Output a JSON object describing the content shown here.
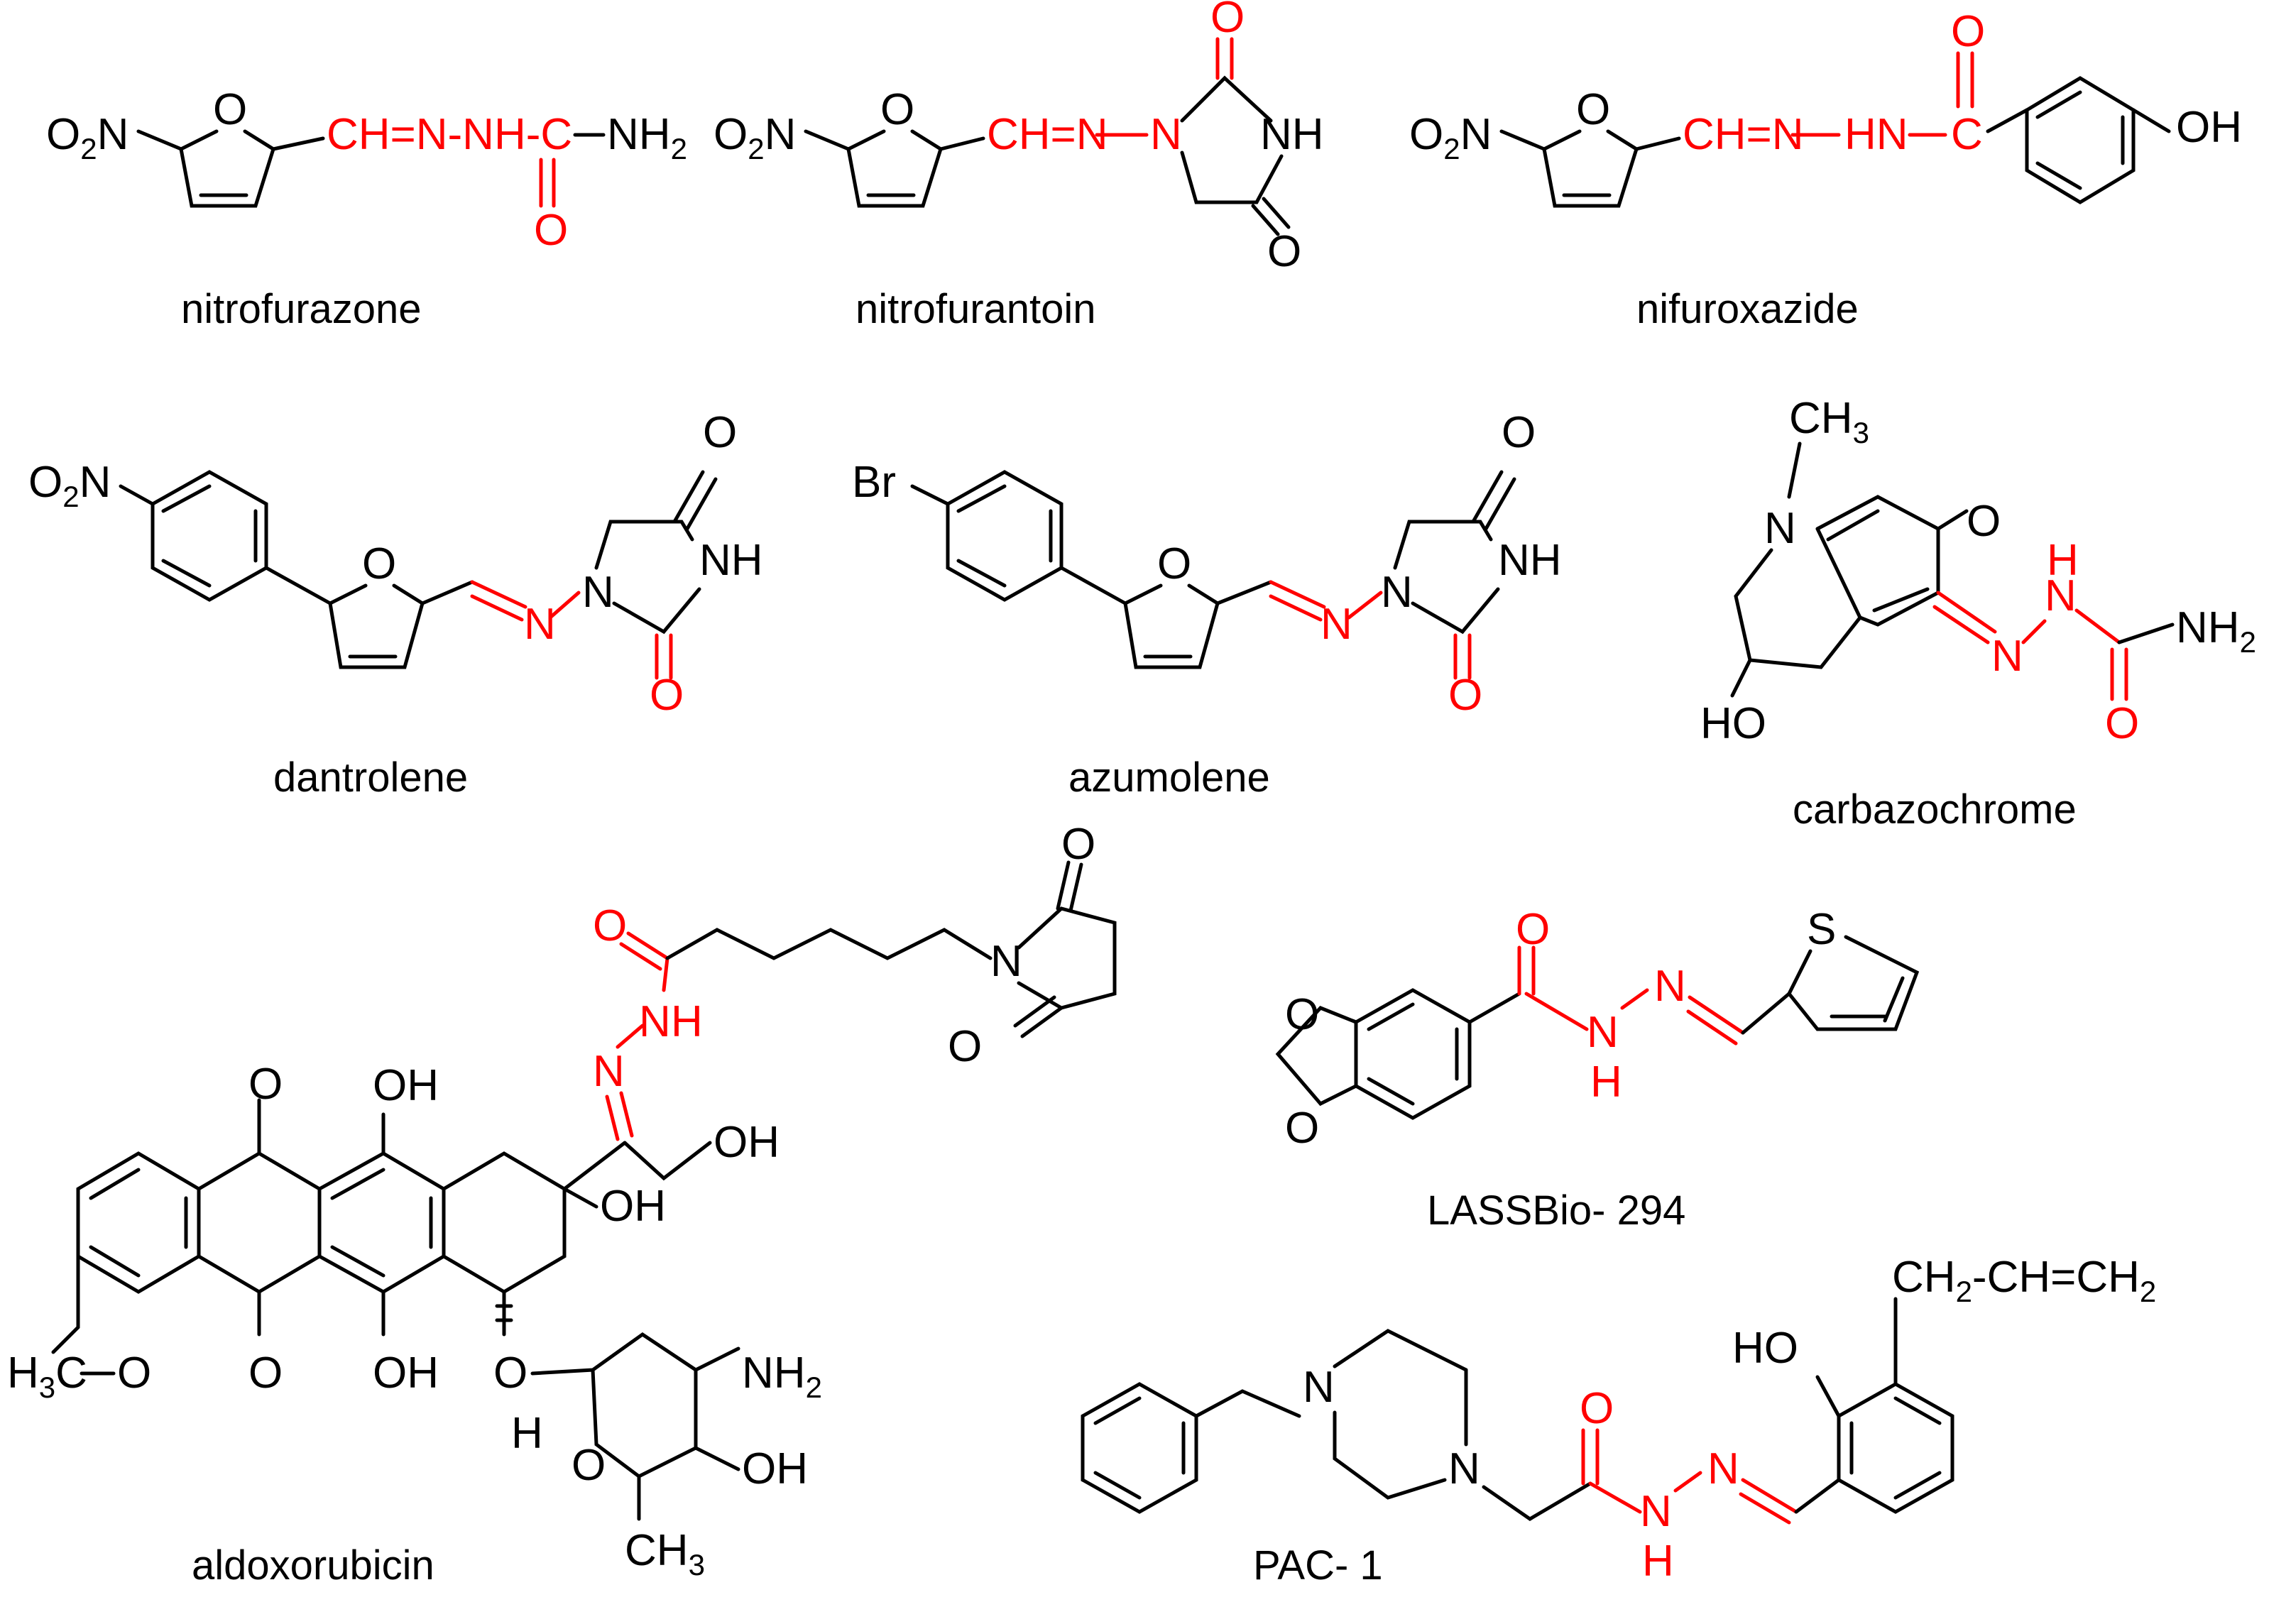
{
  "colors": {
    "structure": "#000000",
    "highlight": "#ff0000",
    "background": "#ffffff"
  },
  "compounds": [
    {
      "name": "nitrofurazone"
    },
    {
      "name": "nitrofurantoin"
    },
    {
      "name": "nifuroxazide"
    },
    {
      "name": "dantrolene"
    },
    {
      "name": "azumolene"
    },
    {
      "name": "carbazochrome"
    },
    {
      "name": "aldoxorubicin"
    },
    {
      "name": "LASSBio- 294"
    },
    {
      "name": "PAC- 1"
    }
  ],
  "fragments": {
    "o2n": "O",
    "o2n_sub": "2",
    "o2n_n": "N",
    "o": "O",
    "n": "N",
    "nh": "NH",
    "hn": "HN",
    "h": "H",
    "s": "S",
    "br": "Br",
    "oh": "OH",
    "ho": "HO",
    "nh2": "NH",
    "nh2_sub": "2",
    "ch3": "CH",
    "ch3_sub": "3",
    "h3c": "H",
    "h3c_sub": "3",
    "h3c_c": "C",
    "nitrofurazone_chain": "CH=N-NH-C",
    "nitrofurantoin_chain": "CH=N",
    "nifuroxazide_ch": "CH=N",
    "nifuroxazide_c": "C",
    "pac_ch2": "CH",
    "pac_ch2_sub": "2",
    "pac_chch2": "-CH=CH",
    "pac_chch2_sub": "2"
  }
}
